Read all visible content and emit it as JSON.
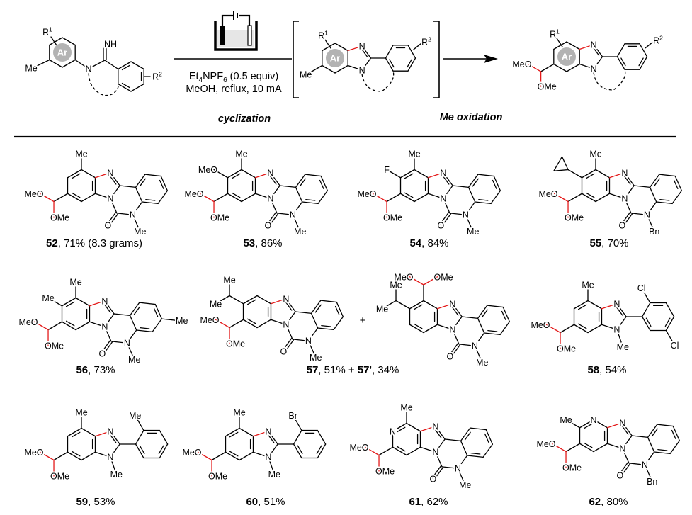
{
  "atoms": {
    "N": "N",
    "O": "O"
  },
  "scheme": {
    "starting_material": {
      "r1": "R",
      "r1_sup": "1",
      "ar": "Ar",
      "nh": "NH",
      "n": "N",
      "me": "Me",
      "r2": "R",
      "r2_sup": "2"
    },
    "conditions": {
      "reagent_parts": [
        "Et",
        "4",
        "NPF",
        "6",
        " (0.5 equiv)"
      ],
      "line2": "MeOH, reflux, 10 mA",
      "step1": "cyclization",
      "step2": "Me oxidation"
    },
    "intermediate": {
      "r1": "R",
      "r1_sup": "1",
      "ar": "Ar",
      "n3": "N",
      "n1": "N",
      "me": "Me",
      "r2": "R",
      "r2_sup": "2"
    },
    "product": {
      "r1": "R",
      "r1_sup": "1",
      "ar": "Ar",
      "n3": "N",
      "n1": "N",
      "meo": "MeO",
      "ome": "OMe",
      "r2": "R",
      "r2_sup": "2"
    }
  },
  "compounds": [
    {
      "id": "52",
      "yield": ", 71% (8.3 grams)",
      "type": "tetracycle",
      "n_sub": "Me",
      "subs": [
        {
          "at": 0,
          "kind": "label",
          "text": "Me"
        },
        {
          "at": 4,
          "kind": "acetal",
          "left": "MeO",
          "right": "OMe"
        }
      ]
    },
    {
      "id": "53",
      "yield": ", 86%",
      "type": "tetracycle",
      "n_sub": "Me",
      "subs": [
        {
          "at": 0,
          "kind": "label",
          "text": "Me"
        },
        {
          "at": 5,
          "kind": "label",
          "text": "MeO"
        },
        {
          "at": 4,
          "kind": "acetal",
          "left": "MeO",
          "right": "OMe"
        }
      ]
    },
    {
      "id": "54",
      "yield": ", 84%",
      "type": "tetracycle",
      "n_sub": "Me",
      "subs": [
        {
          "at": 0,
          "kind": "label",
          "text": "Me"
        },
        {
          "at": 5,
          "kind": "label",
          "text": "F"
        },
        {
          "at": 4,
          "kind": "acetal",
          "left": "MeO",
          "right": "OMe"
        }
      ]
    },
    {
      "id": "55",
      "yield": ", 70%",
      "type": "tetracycle",
      "n_sub": "Bn",
      "subs": [
        {
          "at": 0,
          "kind": "label",
          "text": "Me"
        },
        {
          "at": 5,
          "kind": "cyclopropyl"
        },
        {
          "at": 4,
          "kind": "acetal",
          "left": "MeO",
          "right": "OMe"
        }
      ]
    },
    {
      "id": "56",
      "yield": ", 73%",
      "type": "tetracycle",
      "n_sub": "Me",
      "d_sub": "Me",
      "subs": [
        {
          "at": 0,
          "kind": "label",
          "text": "Me"
        },
        {
          "at": 5,
          "kind": "label",
          "text": "Me"
        },
        {
          "at": 4,
          "kind": "acetal",
          "left": "MeO",
          "right": "OMe"
        }
      ]
    },
    {
      "id": "57",
      "yield": null,
      "type": "tetracycle",
      "n_sub": "Me",
      "subs": [
        {
          "at": 5,
          "kind": "ipr",
          "labels": [
            "Me",
            "Me"
          ]
        },
        {
          "at": 4,
          "kind": "acetal",
          "left": "MeO",
          "right": "OMe"
        }
      ]
    },
    {
      "id": "57'",
      "yield": null,
      "type": "tetracycle",
      "n_sub": "Me",
      "subs": [
        {
          "at": 0,
          "kind": "acetal",
          "left": "MeO",
          "right": "OMe"
        },
        {
          "at": 5,
          "kind": "ipr",
          "labels": [
            "Me",
            "Me"
          ]
        }
      ]
    },
    {
      "id": "58",
      "yield": ", 54%",
      "type": "aryl",
      "n_sub": "Me",
      "subs": [
        {
          "at": 0,
          "kind": "label",
          "text": "Me"
        },
        {
          "at": 4,
          "kind": "acetal",
          "left": "MeO",
          "right": "OMe"
        }
      ],
      "aryl_subs": [
        {
          "at": 4,
          "text": "Cl"
        },
        {
          "at": 1,
          "text": "Cl"
        }
      ]
    },
    {
      "id": "59",
      "yield": ", 53%",
      "type": "aryl",
      "n_sub": "Me",
      "subs": [
        {
          "at": 0,
          "kind": "label",
          "text": "Me"
        },
        {
          "at": 4,
          "kind": "acetal",
          "left": "MeO",
          "right": "OMe"
        }
      ],
      "aryl_subs": [
        {
          "at": 4,
          "text": "Me"
        }
      ]
    },
    {
      "id": "60",
      "yield": ", 51%",
      "type": "aryl",
      "n_sub": "Me",
      "subs": [
        {
          "at": 0,
          "kind": "label",
          "text": "Me"
        },
        {
          "at": 4,
          "kind": "acetal",
          "left": "MeO",
          "right": "OMe"
        }
      ],
      "aryl_subs": [
        {
          "at": 4,
          "text": "Br"
        }
      ]
    },
    {
      "id": "61",
      "yield": ", 62%",
      "type": "tetracycle",
      "n_sub": "Me",
      "ring_n": 5,
      "subs": [
        {
          "at": 0,
          "kind": "label",
          "text": "Me"
        },
        {
          "at": 4,
          "kind": "acetal",
          "left": "MeO",
          "right": "OMe"
        }
      ]
    },
    {
      "id": "62",
      "yield": ", 80%",
      "type": "tetracycle",
      "n_sub": "Bn",
      "ring_n": 0,
      "subs": [
        {
          "at": 5,
          "kind": "label",
          "text": "Me"
        },
        {
          "at": 4,
          "kind": "acetal",
          "left": "MeO",
          "right": "OMe"
        }
      ]
    }
  ],
  "plus": "+",
  "combined_caption": [
    {
      "bold": true,
      "text": "57"
    },
    {
      "bold": false,
      "text": ", 51% + "
    },
    {
      "bold": true,
      "text": "57'"
    },
    {
      "bold": false,
      "text": ", 34%"
    }
  ],
  "colors": {
    "bond": "#000000",
    "new_bond": "#e41a1a",
    "ar_circle": "#b3b3b3"
  }
}
